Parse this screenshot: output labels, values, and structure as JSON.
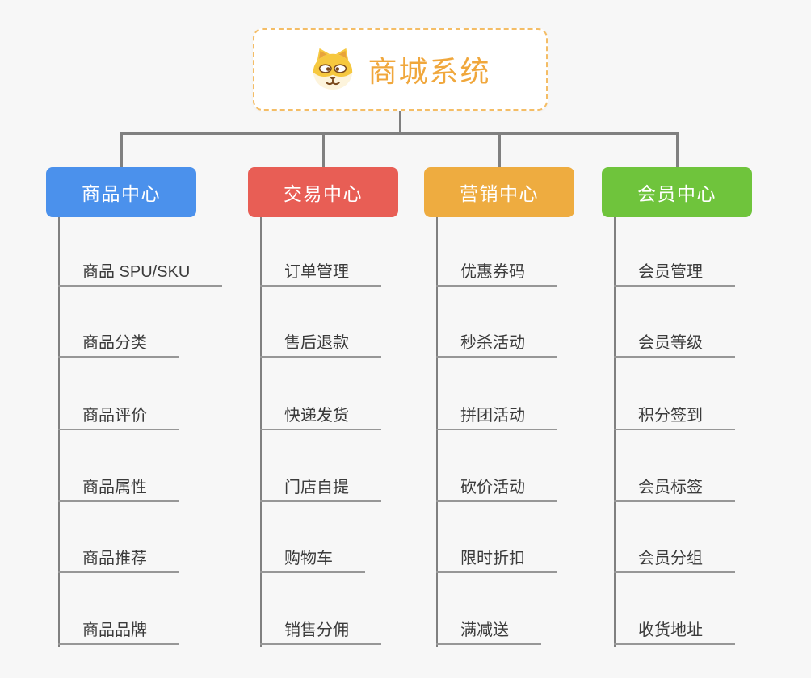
{
  "theme": {
    "page_bg": "#f7f7f7",
    "connector_color": "#808080",
    "underline_color": "#979797",
    "leaf_text_color": "#3b3b3b",
    "root_accent": "#f0a73c",
    "root_border": "#f4bd66"
  },
  "root": {
    "title": "商城系统",
    "icon": "dog-face-icon"
  },
  "branches": [
    {
      "id": "product-center",
      "label": "商品中心",
      "color": "#4b91ec",
      "items": [
        "商品 SPU/SKU",
        "商品分类",
        "商品评价",
        "商品属性",
        "商品推荐",
        "商品品牌"
      ]
    },
    {
      "id": "trade-center",
      "label": "交易中心",
      "color": "#e85e55",
      "items": [
        "订单管理",
        "售后退款",
        "快递发货",
        "门店自提",
        "购物车",
        "销售分佣"
      ]
    },
    {
      "id": "marketing-center",
      "label": "营销中心",
      "color": "#eeac40",
      "items": [
        "优惠券码",
        "秒杀活动",
        "拼团活动",
        "砍价活动",
        "限时折扣",
        "满减送"
      ]
    },
    {
      "id": "member-center",
      "label": "会员中心",
      "color": "#6fc43c",
      "items": [
        "会员管理",
        "会员等级",
        "积分签到",
        "会员标签",
        "会员分组",
        "收货地址"
      ]
    }
  ]
}
